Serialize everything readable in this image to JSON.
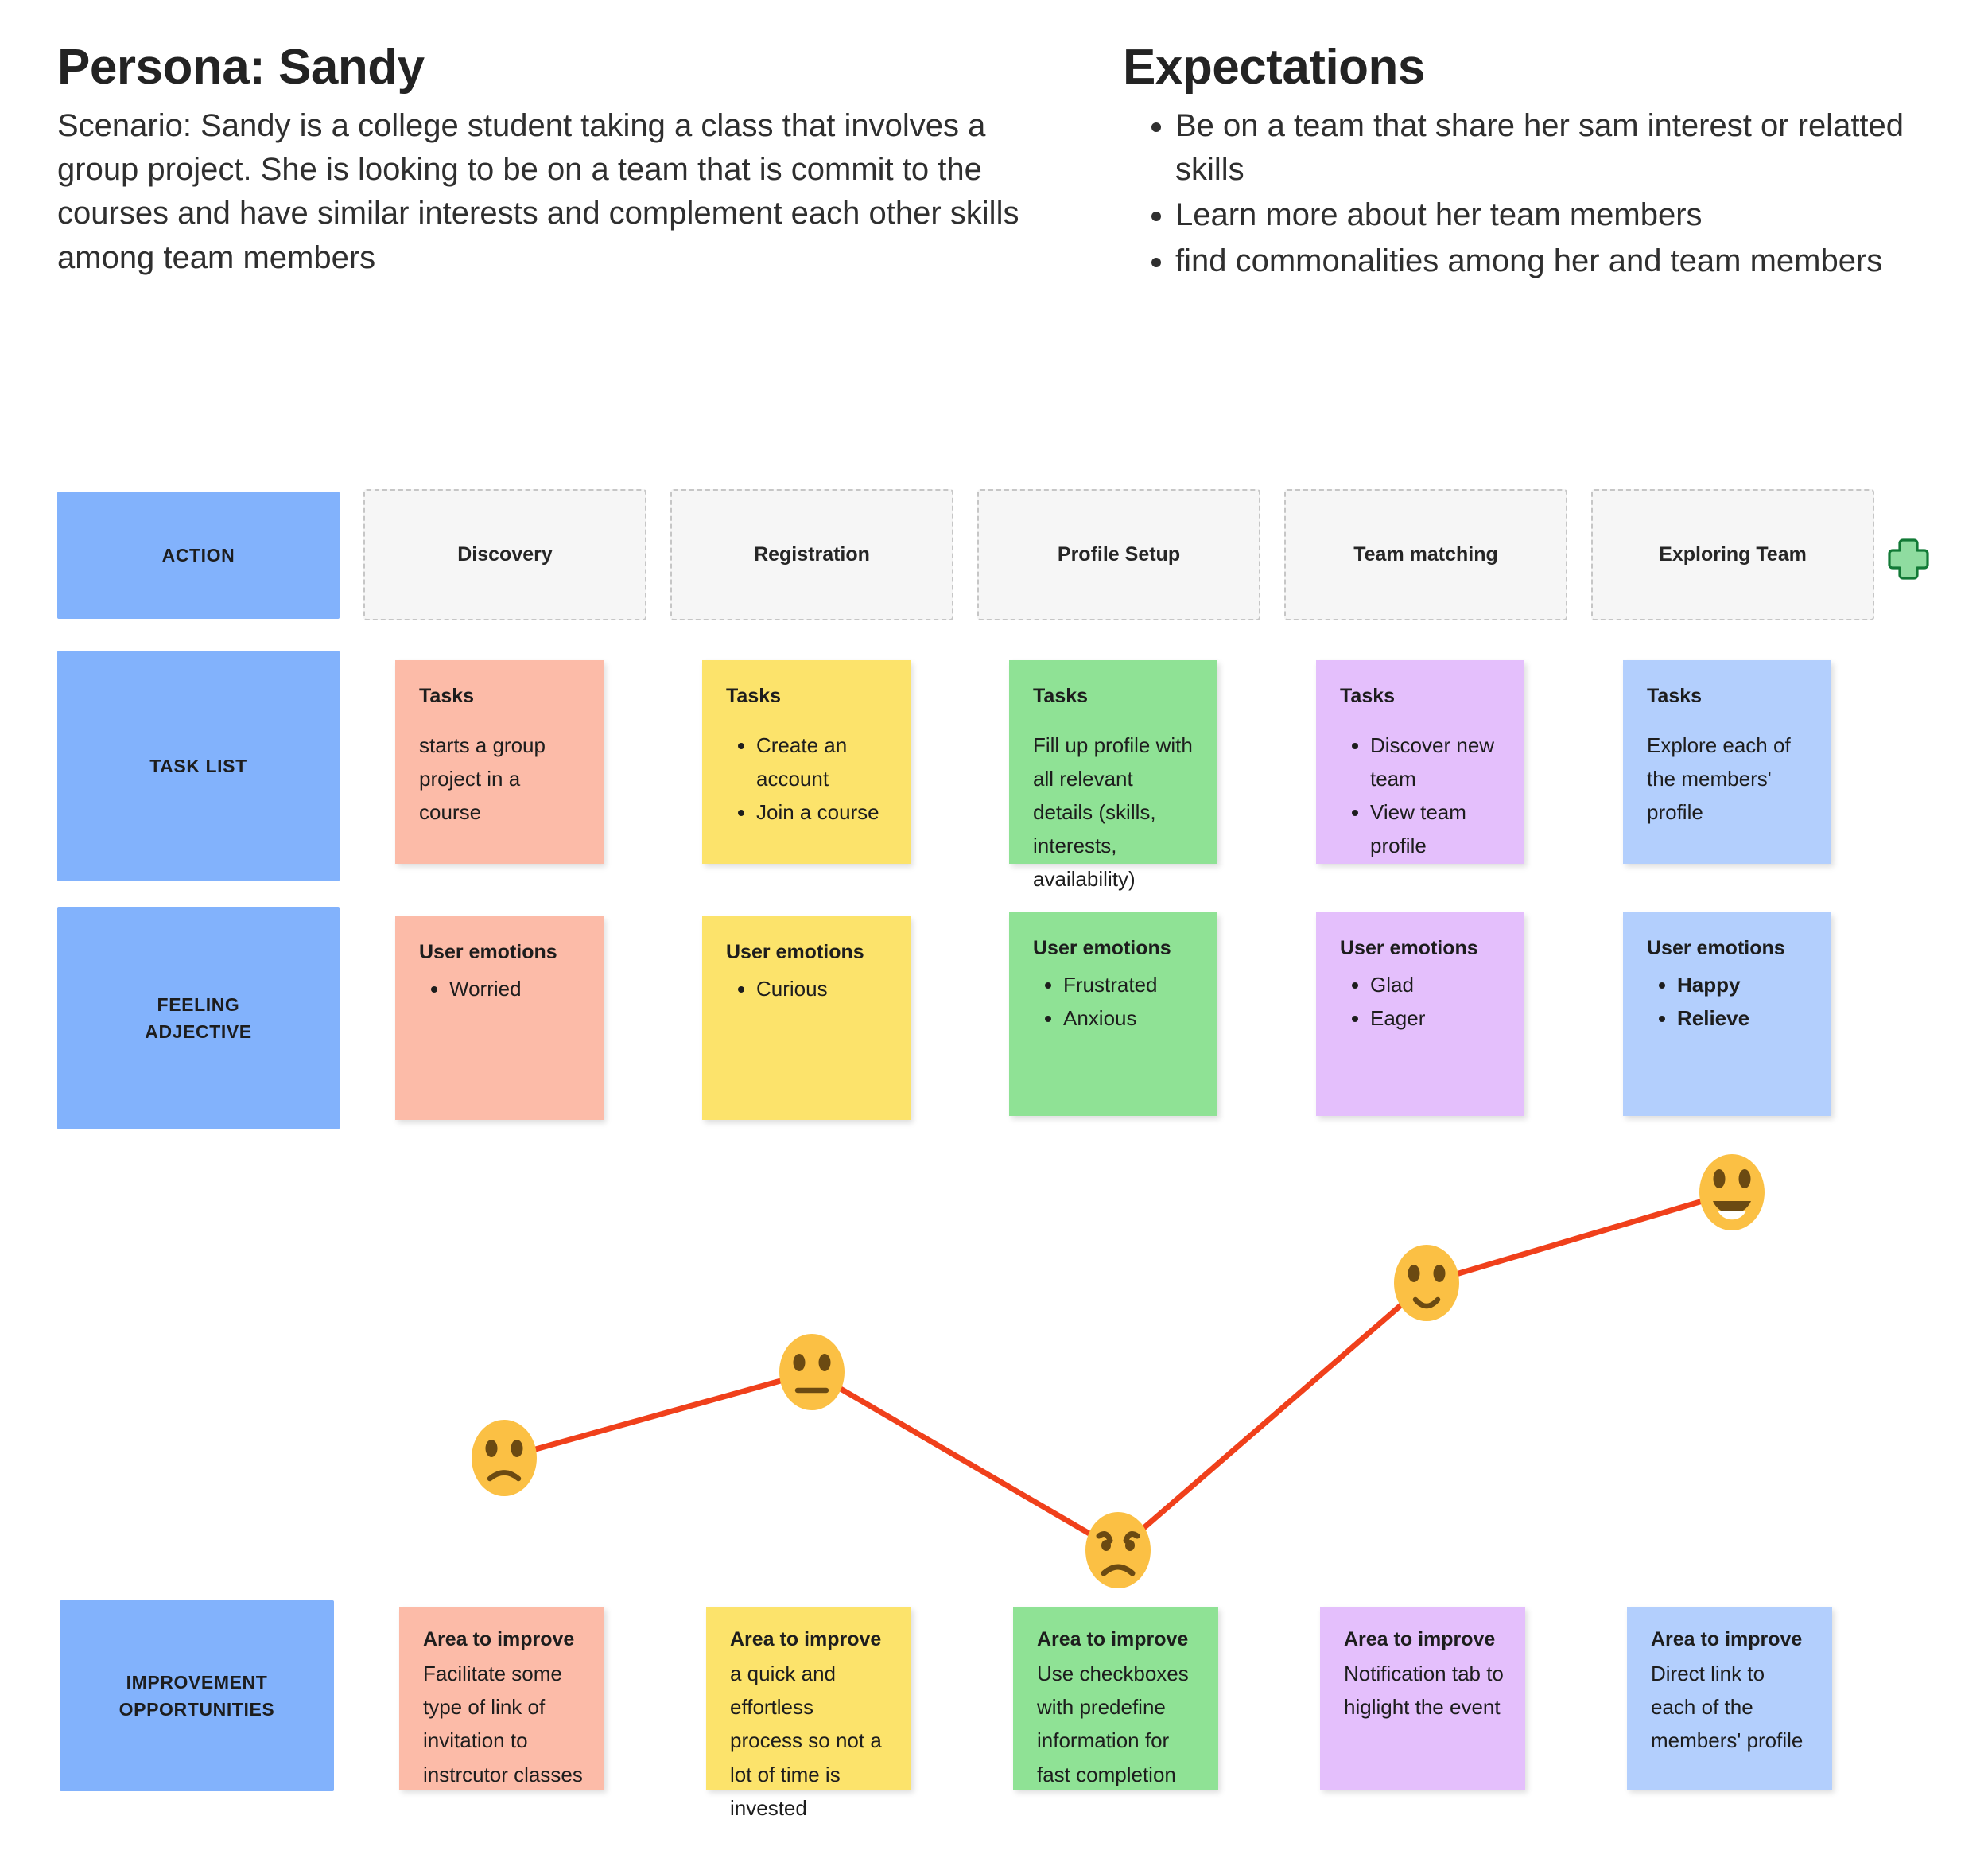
{
  "header": {
    "persona": {
      "title": "Persona: Sandy",
      "scenario": "Scenario: Sandy is a college student taking a class that involves a group project. She is looking to be on a team that is commit to the courses and have similar interests and complement each other skills among team members"
    },
    "expectations": {
      "title": "Expectations",
      "items": [
        "Be on a team that share her sam interest or relatted skills",
        "Learn more about her team members",
        "find commonalities among her and team members"
      ]
    }
  },
  "row_labels": {
    "action": "ACTION",
    "task_list": "TASK LIST",
    "feeling": "FEELING\nADJECTIVE",
    "feeling_line1": "FEELING",
    "feeling_line2": "ADJECTIVE",
    "improvement_line1": "IMPROVEMENT",
    "improvement_line2": "OPPORTUNITIES"
  },
  "stages": [
    {
      "label": "Discovery"
    },
    {
      "label": "Registration"
    },
    {
      "label": "Profile Setup"
    },
    {
      "label": "Team matching"
    },
    {
      "label": "Exploring Team"
    }
  ],
  "add_stage": {
    "icon": "plus-icon",
    "color": "#2f9e4f"
  },
  "tasks": [
    {
      "title": "Tasks",
      "color": "salmon",
      "kind": "paragraph",
      "text": "starts a group project in a course",
      "items": []
    },
    {
      "title": "Tasks",
      "color": "yellow",
      "kind": "list",
      "text": "",
      "items": [
        "Create an account",
        "Join  a course"
      ]
    },
    {
      "title": "Tasks",
      "color": "green",
      "kind": "paragraph",
      "text": "Fill up profile with all relevant details (skills, interests, availability)",
      "items": []
    },
    {
      "title": "Tasks",
      "color": "purple",
      "kind": "list",
      "text": "",
      "items": [
        "Discover new team",
        "View team profile"
      ]
    },
    {
      "title": "Tasks",
      "color": "blue",
      "kind": "paragraph",
      "text": "Explore each of the members' profile",
      "items": []
    }
  ],
  "emotions": [
    {
      "title": "User emotions",
      "color": "salmon",
      "bold": false,
      "items": [
        "Worried"
      ]
    },
    {
      "title": "User emotions",
      "color": "yellow",
      "bold": false,
      "items": [
        "Curious"
      ]
    },
    {
      "title": "User emotions",
      "color": "green",
      "bold": false,
      "items": [
        "Frustrated",
        "Anxious"
      ]
    },
    {
      "title": "User emotions",
      "color": "purple",
      "bold": false,
      "items": [
        "Glad",
        "Eager"
      ]
    },
    {
      "title": "User emotions",
      "color": "blue",
      "bold": true,
      "items": [
        "Happy",
        "Relieve"
      ]
    }
  ],
  "improvements": [
    {
      "title": "Area to improve",
      "color": "salmon",
      "text": "Facilitate some type of link of invitation to instrcutor classes"
    },
    {
      "title": "Area to improve",
      "color": "yellow",
      "text": "a quick and effortless process so not a lot of time is invested"
    },
    {
      "title": "Area to improve",
      "color": "green",
      "text": "Use checkboxes with predefine information for fast completion"
    },
    {
      "title": "Area to improve",
      "color": "purple",
      "text": "Notification tab to higlight the event"
    },
    {
      "title": "Area to improve",
      "color": "blue",
      "text": "Direct link to each of the members' profile"
    }
  ],
  "chart_data": {
    "type": "line",
    "title": "",
    "xlabel": "",
    "ylabel": "",
    "grid": false,
    "legend": "none",
    "line_color": "#f0401b",
    "categories": [
      "Discovery",
      "Registration",
      "Profile Setup",
      "Team matching",
      "Exploring Team"
    ],
    "values": [
      2,
      3,
      1,
      4,
      5
    ],
    "ylim": [
      1,
      5
    ],
    "point_labels": [
      "slightly-frowning",
      "neutral",
      "angry",
      "slightly-smiling",
      "grinning"
    ],
    "points": [
      {
        "stage": "Discovery",
        "emoji": "slightly-frowning",
        "x": 634,
        "y": 1833,
        "score": 2
      },
      {
        "stage": "Registration",
        "emoji": "neutral",
        "x": 1021,
        "y": 1725,
        "score": 3
      },
      {
        "stage": "Profile Setup",
        "emoji": "angry",
        "x": 1406,
        "y": 1949,
        "score": 1
      },
      {
        "stage": "Team matching",
        "emoji": "slightly-smiling",
        "x": 1794,
        "y": 1613,
        "score": 4
      },
      {
        "stage": "Exploring Team",
        "emoji": "grinning",
        "x": 2178,
        "y": 1499,
        "score": 5
      }
    ],
    "emoji_face_color": "#fbc044",
    "emoji_feature_color": "#6b4a12"
  },
  "palette": {
    "row_label_blue": "#82b2fc",
    "salmon": "#fcbba8",
    "yellow": "#fce36b",
    "green": "#8fe295",
    "purple": "#e4bffc",
    "blue": "#b3cffd",
    "stage_chip_bg": "#f6f6f6",
    "stage_chip_border": "#c6c6c6",
    "curve_red": "#f0401b",
    "plus_green": "#2f9e4f"
  }
}
